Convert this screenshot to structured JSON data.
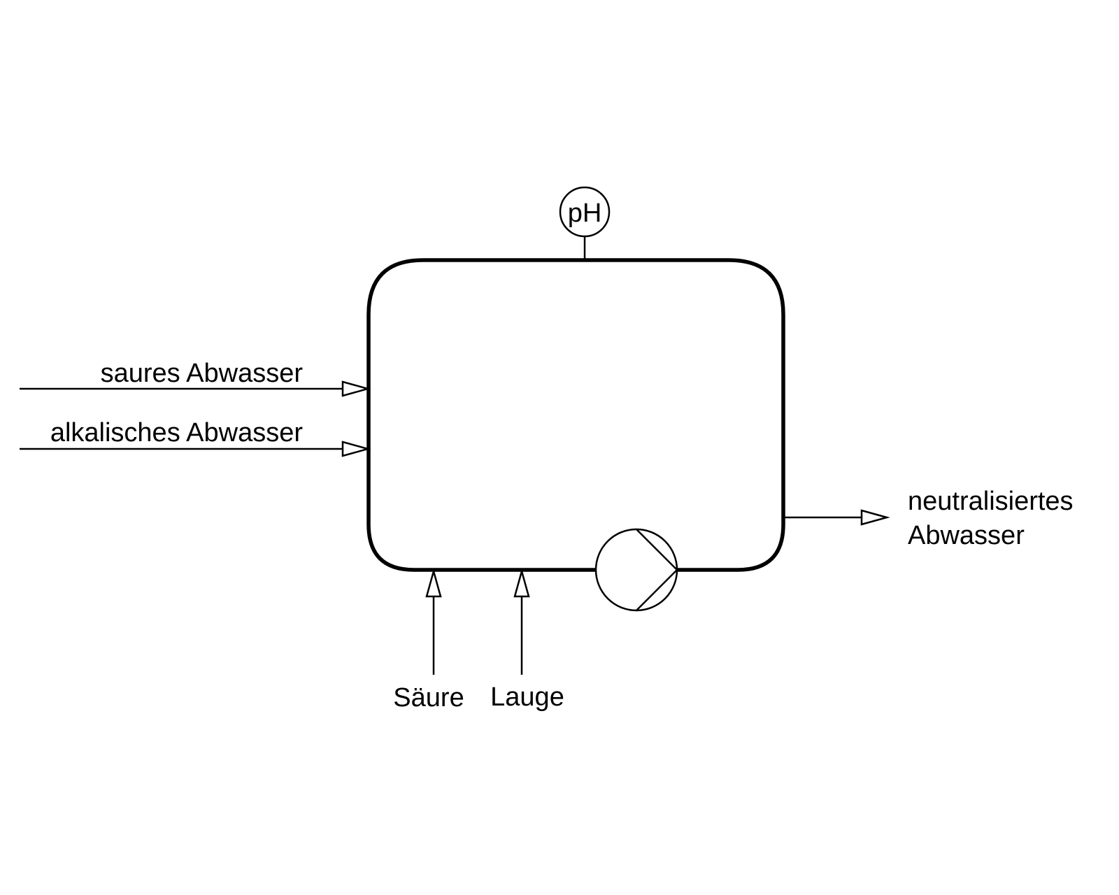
{
  "labels": {
    "inlet_acid": "saures Abwasser",
    "inlet_alkaline": "alkalisches Abwasser",
    "outlet_line1": "neutralisiertes",
    "outlet_line2": "Abwasser",
    "dosing_acid": "Säure",
    "dosing_base": "Lauge",
    "sensor": "pH"
  },
  "icons": {
    "sensor": "ph-sensor-icon",
    "pump": "pump-icon"
  },
  "colors": {
    "line": "#000000",
    "background": "#ffffff"
  }
}
